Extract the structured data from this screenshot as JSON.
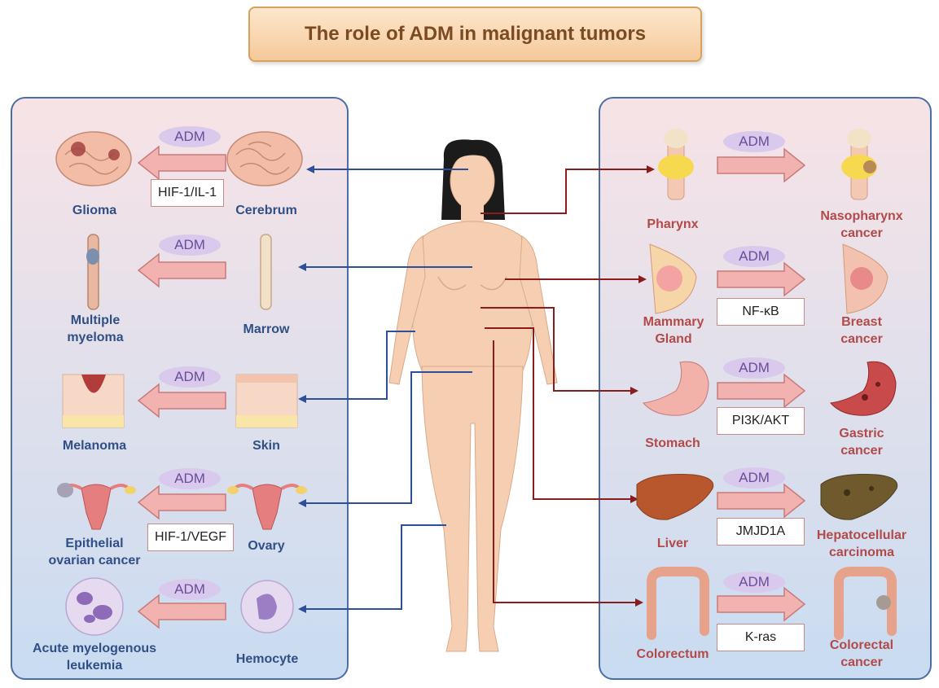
{
  "title": "The role of ADM in malignant tumors",
  "adm_label": "ADM",
  "left_rows": [
    {
      "source": "Cerebrum",
      "tumor": "Glioma",
      "factor": "HIF-1/IL-1"
    },
    {
      "source": "Marrow",
      "tumor": "Multiple\nmyeloma",
      "factor": ""
    },
    {
      "source": "Skin",
      "tumor": "Melanoma",
      "factor": ""
    },
    {
      "source": "Ovary",
      "tumor": "Epithelial\novarian cancer",
      "factor": "HIF-1/VEGF"
    },
    {
      "source": "Hemocyte",
      "tumor": "Acute myelogenous\nleukemia",
      "factor": ""
    }
  ],
  "right_rows": [
    {
      "source": "Pharynx",
      "tumor": "Nasopharynx\ncancer",
      "factor": ""
    },
    {
      "source": "Mammary\nGland",
      "tumor": "Breast\ncancer",
      "factor": "NF-κB"
    },
    {
      "source": "Stomach",
      "tumor": "Gastric\ncancer",
      "factor": "PI3K/AKT"
    },
    {
      "source": "Liver",
      "tumor": "Hepatocellular\ncarcinoma",
      "factor": "JMJD1A"
    },
    {
      "source": "Colorectum",
      "tumor": "Colorectal\ncancer",
      "factor": "K-ras"
    }
  ],
  "colors": {
    "left_connector": "#2d4f9a",
    "right_connector": "#8b1c1c",
    "left_label": "#2f4f86",
    "right_label": "#b24a4a",
    "adm_oval": "#d9c9ec",
    "arrow_fill": "#f2b3b0",
    "arrow_stroke": "#c77a7a",
    "skin": "#f6cfb3",
    "hair": "#1b1b1b"
  }
}
